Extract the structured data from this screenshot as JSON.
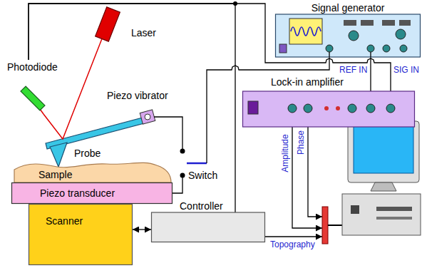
{
  "diagram": {
    "nodes": [
      {
        "text": [
          "Photodiode"
        ]
      },
      {
        "text": [
          "Laser"
        ]
      },
      {
        "text": [
          "Signal generator"
        ]
      },
      {
        "text": [
          "Lock-in amplifier"
        ]
      },
      {
        "text": [
          "Sample"
        ]
      },
      {
        "text": [
          "Piezo transducer"
        ]
      },
      {
        "text": [
          "Scanner"
        ]
      },
      {
        "text": [
          "Controller"
        ]
      }
    ],
    "edges": [
      {
        "from": 0,
        "to": 3,
        "arrow": "none",
        "label": "SIG IN"
      },
      {
        "from": 0,
        "to": 7,
        "arrow": "none"
      },
      {
        "from": 2,
        "to": 3,
        "arrow": "none",
        "label": "REF IN"
      },
      {
        "from": 2,
        "to": 5,
        "arrow": "none"
      },
      {
        "from": 6,
        "to": 7,
        "arrow": "both"
      },
      {
        "from": 1,
        "to": 0,
        "arrow": "none"
      }
    ],
    "labels": [
      "Piezo vibrator",
      "Probe",
      "Switch",
      "Amplitude",
      "Phase",
      "Topography"
    ]
  }
}
